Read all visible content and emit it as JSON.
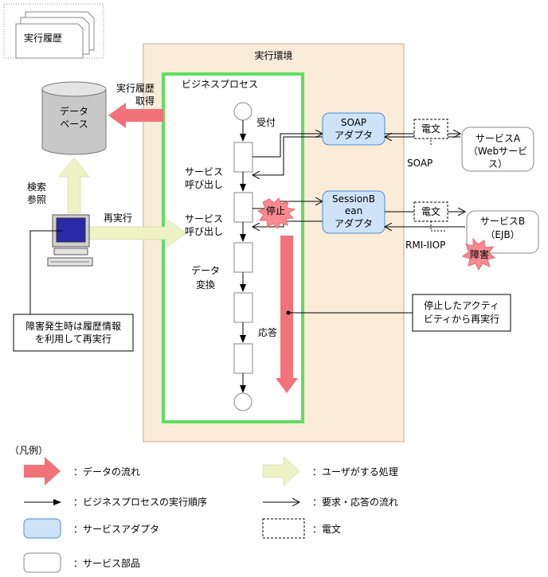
{
  "history_doc": "実行履歴",
  "database_label_1": "データ",
  "database_label_2": "ベース",
  "exec_env_title": "実行環境",
  "business_process_title": "ビジネスプロセス",
  "history_fetch_1": "実行履歴",
  "history_fetch_2": "取得",
  "search_ref_1": "検索",
  "search_ref_2": "参照",
  "re_execute": "再実行",
  "failure_note_1": "障害発生時は履歴情報",
  "failure_note_2": "を利用して再実行",
  "step_receive": "受付",
  "step_call_1_a": "サービス",
  "step_call_1_b": "呼び出し",
  "step_call_2_a": "サービス",
  "step_call_2_b": "呼び出し",
  "step_convert_a": "データ",
  "step_convert_b": "変換",
  "step_reply": "応答",
  "stop_label": "停止",
  "soap_adapter_1": "SOAP",
  "soap_adapter_2": "アダプタ",
  "session_adapter_1": "SessionB",
  "session_adapter_2": "ean",
  "session_adapter_3": "アダプタ",
  "telegram_1": "電文",
  "telegram_2": "電文",
  "soap_protocol": "SOAP",
  "rmi_protocol": "RMI-IIOP",
  "service_a_1": "サービスA",
  "service_a_2": "（Webサービ",
  "service_a_3": "ス）",
  "service_b_1": "サービスB",
  "service_b_2": "（EJB）",
  "failure_label": "障害",
  "rerun_note_1": "停止したアクティ",
  "rerun_note_2": "ビティから再実行",
  "legend": {
    "title": "（凡例）",
    "data_flow": "：データの流れ",
    "user_process": "：ユーザがする処理",
    "exec_order": "：ビジネスプロセスの実行順序",
    "req_resp": "：要求・応答の流れ",
    "service_adapter": "：サービスアダプタ",
    "telegram": "：電文",
    "service_part": "：サービス部品"
  },
  "colors": {
    "env_bg": "#fbebd9",
    "process_border": "#5ee05e",
    "data_arrow": "#f2727a",
    "user_arrow": "#eef2c4",
    "adapter_fill": "#cfe3f8",
    "adapter_border": "#4a8fd0",
    "burst": "#f58a8f"
  }
}
